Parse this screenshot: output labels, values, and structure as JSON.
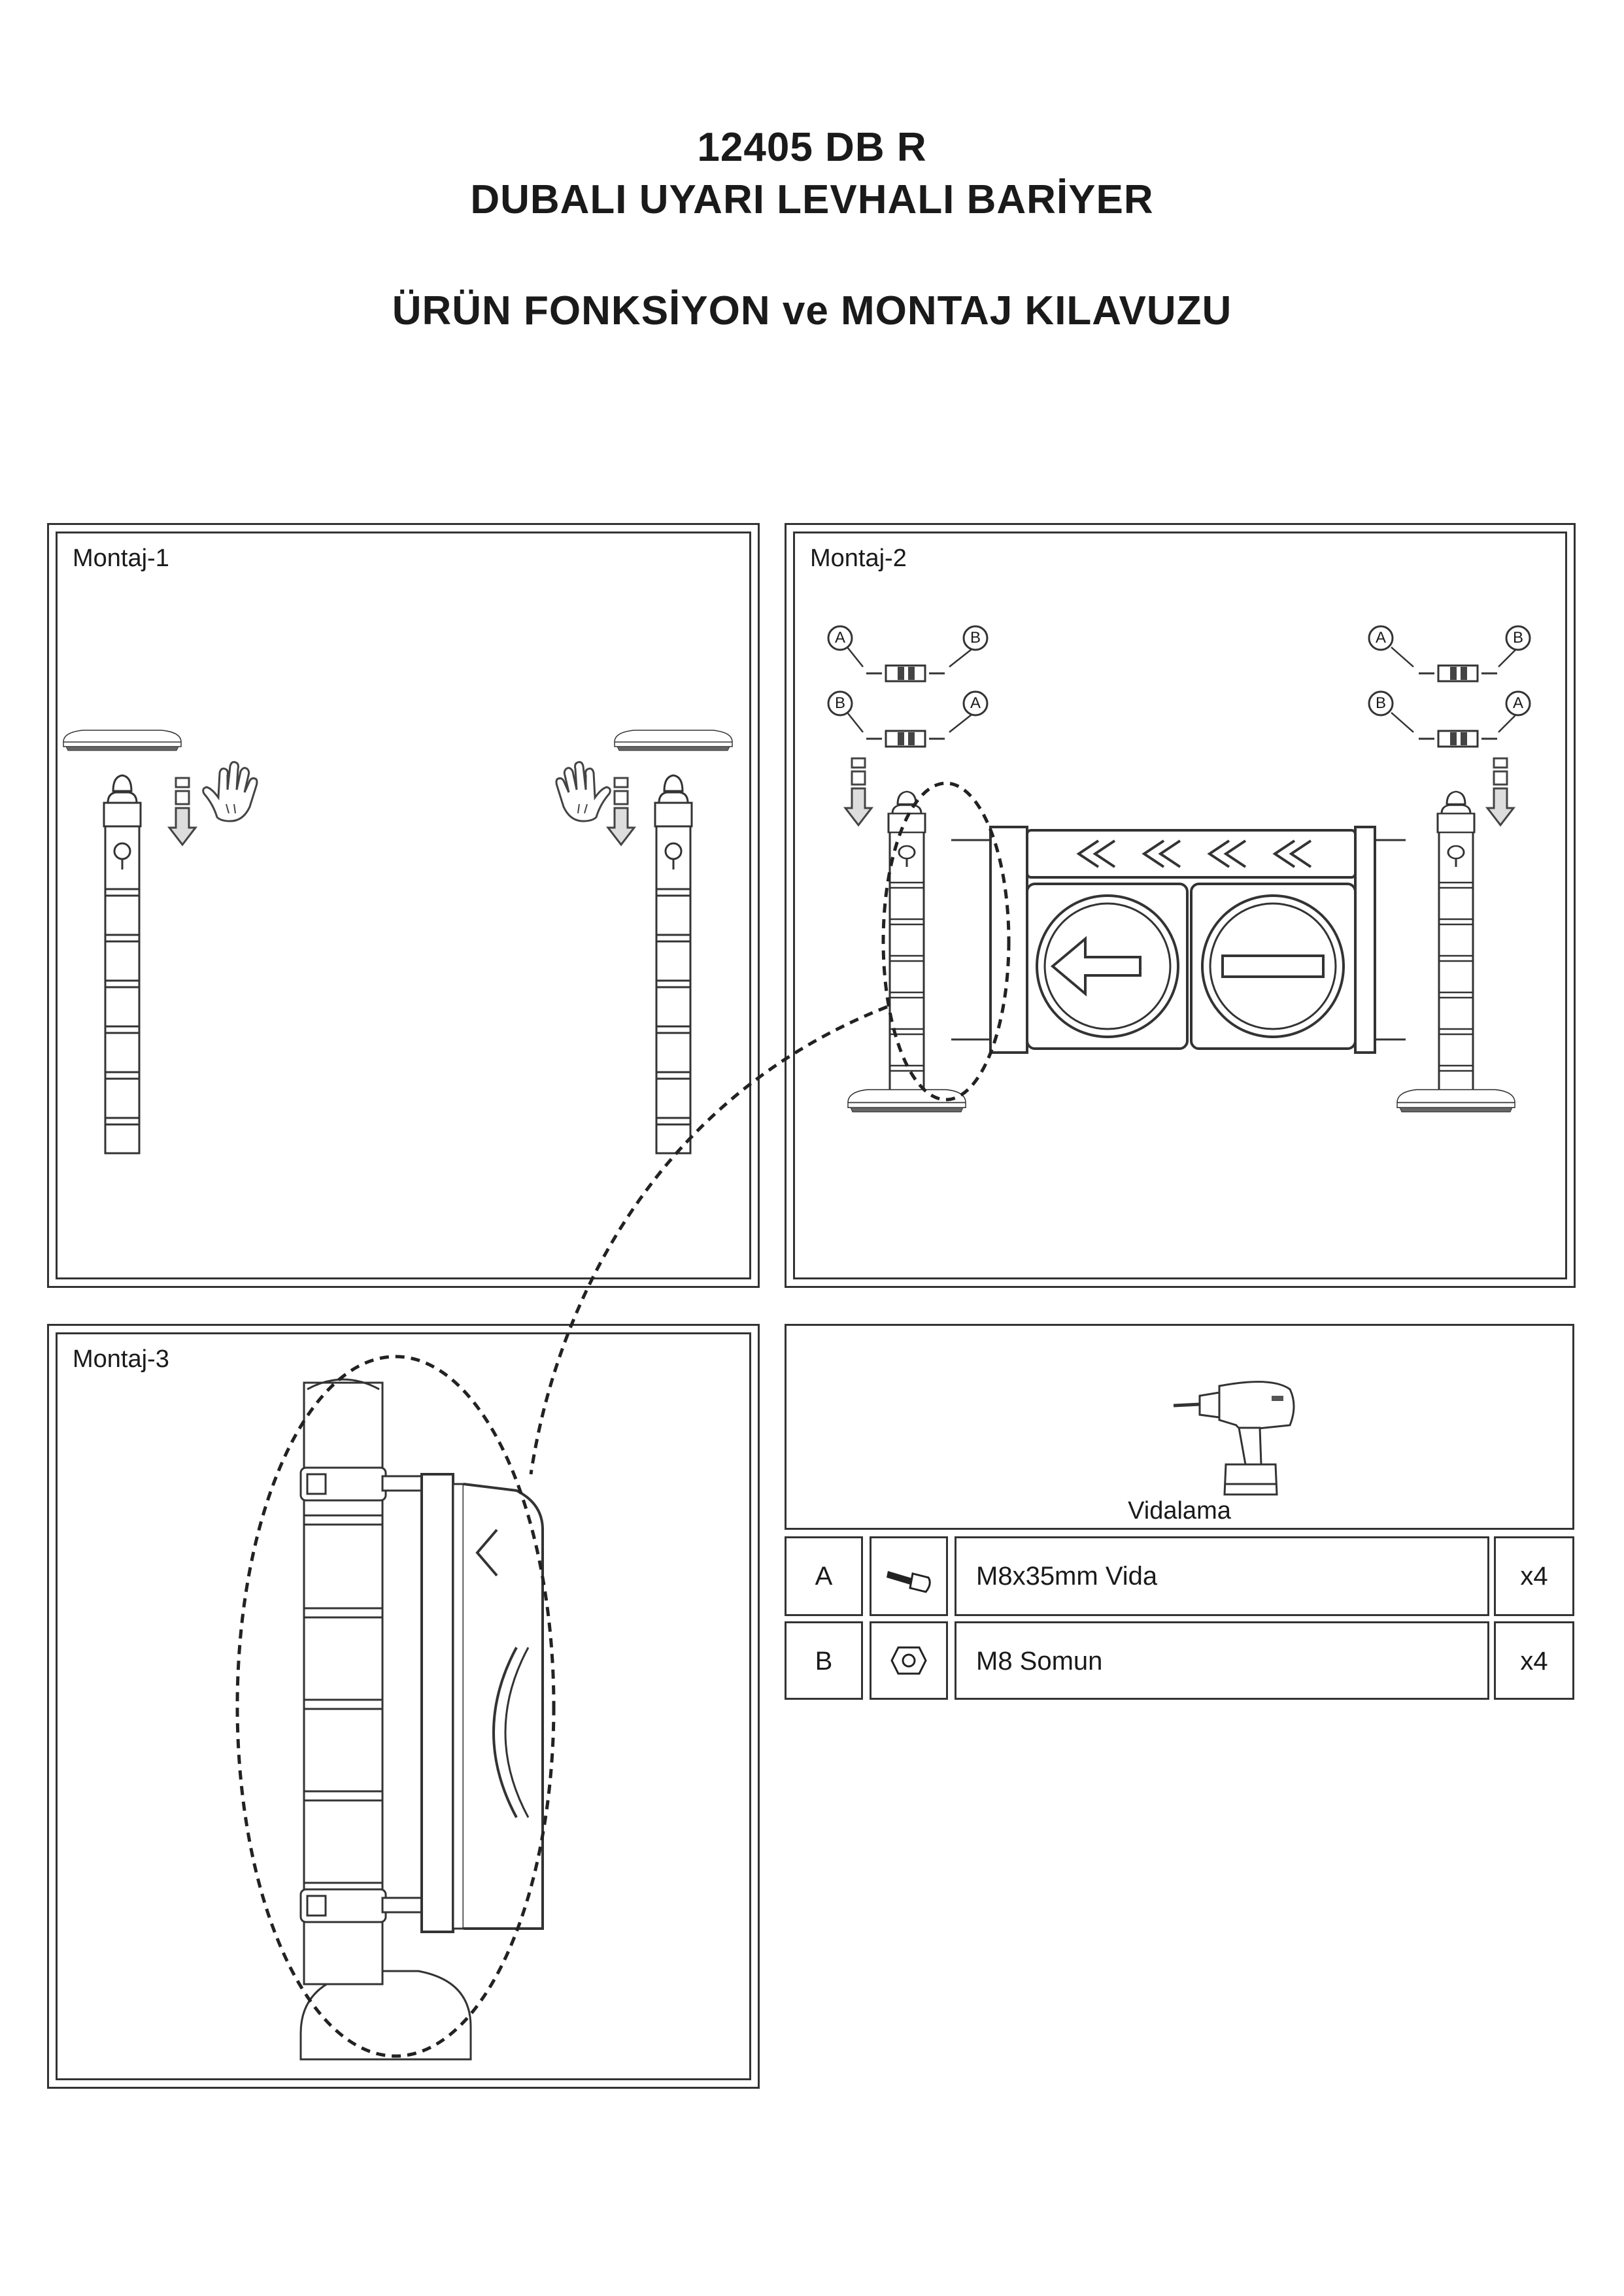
{
  "header": {
    "code": "12405 DB R",
    "product": "DUBALI UYARI LEVHALI BARİYER",
    "guide": "ÜRÜN FONKSİYON ve MONTAJ KILAVUZU"
  },
  "panels": {
    "p1": "Montaj-1",
    "p2": "Montaj-2",
    "p3": "Montaj-3"
  },
  "callouts": {
    "a": "A",
    "b": "B"
  },
  "tool": {
    "label": "Vidalama",
    "icon": "drill-icon"
  },
  "parts": [
    {
      "id": "A",
      "name": "M8x35mm Vida",
      "qty": "x4",
      "icon": "bolt-icon"
    },
    {
      "id": "B",
      "name": "M8 Somun",
      "qty": "x4",
      "icon": "nut-icon"
    }
  ]
}
